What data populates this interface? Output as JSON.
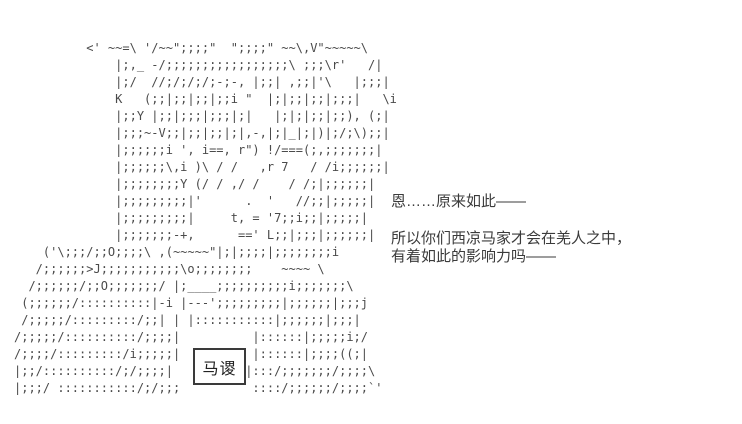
{
  "scene": {
    "background_color": "#ffffff",
    "aa_color": "#4a4a4a",
    "text_color": "#3b3b3b"
  },
  "ascii_art": {
    "description": "aa-character-portrait",
    "lines": [
      "          <' ~~=\\ '/~~\";;;;\"  \";;;;\" ~~\\,V\"~~~~~\\",
      "              |;,_ -/;;;;;;;;;;;;;;;;;\\ ;;;\\r'   /|",
      "              |;/  //;/;/;/;-;-, |;;| ,;;|'\\   |;;;|",
      "              K   (;;|;;|;;|;;i \"  |;|;;|;;|;;;|   \\i",
      "              |;;Y |;;|;;;|;;;|;|   |;|;|;;|;;), (;|",
      "              |;;;~-V;;|;;|;;|;|,-,|;|_|;|)|;/;\\);;|",
      "              |;;;;;;i ', i==, r\") !/===(;,;;;;;;;|",
      "              |;;;;;;\\,i )\\ / /   ,r 7   / /i;;;;;;|",
      "              |;;;;;;;;Y (/ / ,/ /    / /;|;;;;;;|",
      "              |;;;;;;;;;|'      .  '   //;;|;;;;;|",
      "              |;;;;;;;;;|     t, = '7;;i;;|;;;;;|",
      "              |;;;;;;;-+,      ==' L;;|;;;|;;;;;;|",
      "    ('\\;;;/;;O;;;;\\ ,(~~~~~\"|;|;;;;|;;;;;;;;i",
      "   /;;;;;;>J;;;;;;;;;;;\\o;;;;;;;;    ~~~~ \\",
      "  /;;;;;;/;;O;;;;;;;/ |;____;;;;;;;;;;i;;;;;;;\\",
      " (;;;;;;/::::::::::|-i |---';;;;;;;;;|;;;;;;|;;;j",
      " /;;;;;/:::::::::/;;| | |:::::::::::|;;;;;;|;;;|",
      "/;;;;;/::::::::::/;;;;|          |::::::|;;;;;i;/",
      "/;;;;/:::::::::/i;;;;;|          |::::::|;;;;((;|",
      "|;;/::::::::::/;/;;;;|          |:::/;;;;;;;/;;;;\\",
      "|;;;/ :::::::::::/;/;;;          ::::/;;;;;;/;;;;`'"
    ]
  },
  "name_box": {
    "label": "马谡"
  },
  "dialogue": {
    "lines": [
      "恩……原来如此——",
      "",
      "所以你们西凉马家才会在羌人之中，",
      "有着如此的影响力吗——"
    ]
  }
}
